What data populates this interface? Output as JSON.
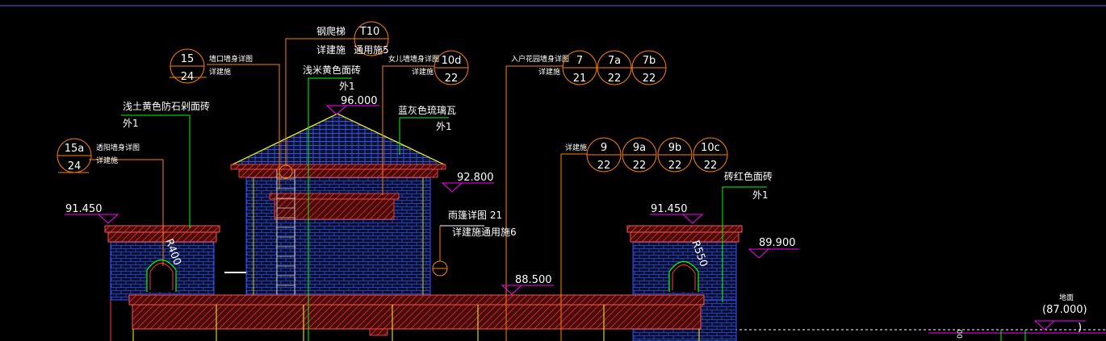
{
  "colors": {
    "background": "#000000",
    "leader": "#ff8000",
    "leader_green": "#00ff00",
    "wall_line": "#3355ff",
    "roof_line": "#ffff00",
    "hatch": "#ff3030",
    "text": "#ffffff",
    "elevation_line": "#ff00ff"
  },
  "callouts": {
    "c15": {
      "top": "15",
      "bottom": "24",
      "note_a": "墙口墙身详图",
      "note_b": "详建施"
    },
    "c15a": {
      "top": "15a",
      "bottom": "24",
      "note_a": "透阳墙身详图",
      "note_b": "详建施"
    },
    "t10": {
      "top": "T10",
      "label_top": "钢爬梯",
      "label_bottom": "详建施",
      "bottom": "通用施5"
    },
    "c10d": {
      "top": "10d",
      "bottom": "22",
      "note_a": "女儿墙墙身详图",
      "note_b": "详建施"
    },
    "c7": {
      "note_a": "入户花园墙身详图",
      "note_b": "详建施",
      "circles": [
        {
          "top": "7",
          "bottom": "21"
        },
        {
          "top": "7a",
          "bottom": "22"
        },
        {
          "top": "7b",
          "bottom": "22"
        }
      ]
    },
    "c9": {
      "note": "详建施",
      "circles": [
        {
          "top": "9",
          "bottom": "22"
        },
        {
          "top": "9a",
          "bottom": "22"
        },
        {
          "top": "9b",
          "bottom": "22"
        },
        {
          "top": "10c",
          "bottom": "22"
        }
      ]
    },
    "canopy": {
      "line1": "雨篷详图 21",
      "line2": "详建施通用施6"
    }
  },
  "materials": {
    "yellow_tile": {
      "name": "浅米黄色面砖",
      "code": "外1"
    },
    "stone": {
      "name": "浅土黄色防石剁面砖",
      "code": "外1"
    },
    "glazed": {
      "name": "蓝灰色琉璃瓦",
      "code": "外1"
    },
    "brick": {
      "name": "砖红色面砖",
      "code": "外1"
    }
  },
  "elevations": {
    "top": "96.000",
    "roof_edge": "92.800",
    "left_parapet": "91.450",
    "right_parapet": "91.450",
    "right_low": "89.900",
    "canopy": "88.500",
    "ground": "(87.000)",
    "ground_label": "地面"
  },
  "radius_labels": {
    "left": "R400",
    "right": "R550"
  },
  "edge_mark": "00"
}
